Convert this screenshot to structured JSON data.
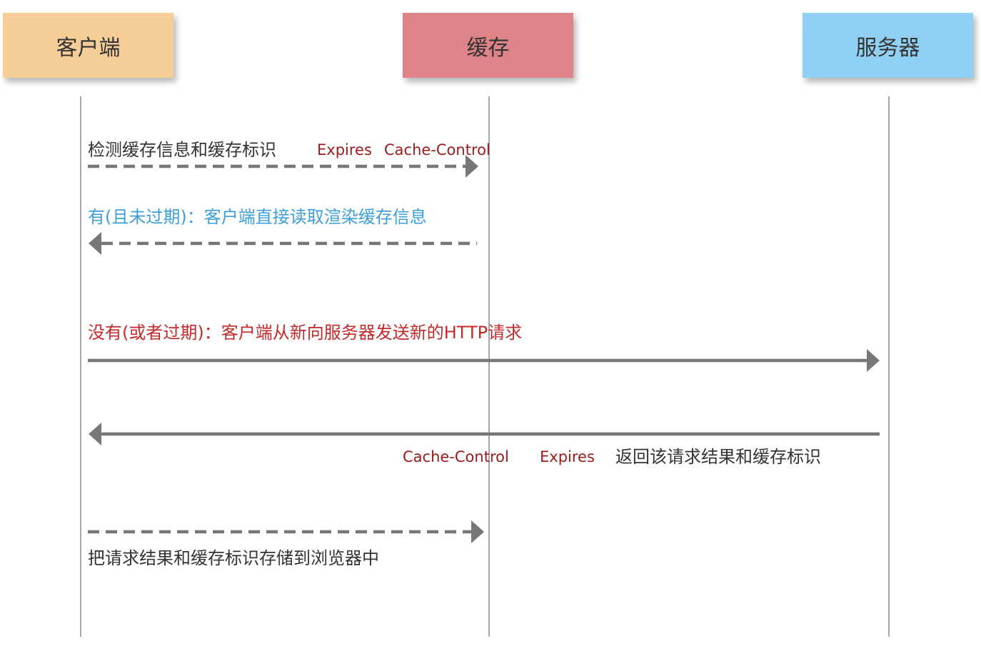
{
  "actors": {
    "client": {
      "label": "客户端",
      "color": "#f5cd97"
    },
    "cache": {
      "label": "缓存",
      "color": "#de8489"
    },
    "server": {
      "label": "服务器",
      "color": "#90d0f3"
    }
  },
  "messages": {
    "check": {
      "text": "检测缓存信息和缓存标识",
      "expires": "Expires",
      "cache_control": "Cache-Control"
    },
    "hit": {
      "text": "有(且未过期)：客户端直接读取渲染缓存信息",
      "color": "#3d9fd9"
    },
    "miss": {
      "text": "没有(或者过期)：客户端从新向服务器发送新的HTTP请求",
      "color": "#c42a2a"
    },
    "response": {
      "cache_control": "Cache-Control",
      "expires": "Expires",
      "text": "返回该请求结果和缓存标识"
    },
    "store": {
      "text": "把请求结果和缓存标识存储到浏览器中"
    }
  },
  "colors": {
    "lifeline": "#888888",
    "arrow": "#777777"
  }
}
